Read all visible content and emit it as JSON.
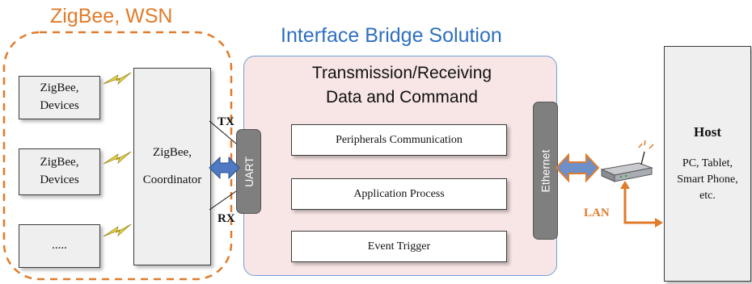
{
  "wsn": {
    "title": "ZigBee, WSN",
    "devices": [
      {
        "line1": "ZigBee,",
        "line2": "Devices"
      },
      {
        "line1": "ZigBee,",
        "line2": "Devices"
      },
      {
        "line1": "....."
      }
    ],
    "coordinator": {
      "line1": "ZigBee,",
      "line2": "Coordinator"
    },
    "tx_label": "TX",
    "rx_label": "RX"
  },
  "bridge": {
    "title": "Interface Bridge Solution",
    "heading_line1": "Transmission/Receiving",
    "heading_line2": "Data and Command",
    "modules": [
      "Peripherals Communication",
      "Application Process",
      "Event Trigger"
    ],
    "uart_label": "UART",
    "ethernet_label": "Ethernet"
  },
  "network": {
    "lan_label": "LAN",
    "router_icon": "router-icon"
  },
  "host": {
    "title": "Host",
    "desc_lines": [
      "PC, Tablet,",
      "Smart Phone,",
      "etc."
    ]
  },
  "colors": {
    "orange": "#e07b2a",
    "blue": "#2f6fbf",
    "bridge_bg": "#f8e6e6",
    "box_bg": "#efefef",
    "port_gray": "#7f7f7f",
    "lightning": "#e8d44a"
  }
}
